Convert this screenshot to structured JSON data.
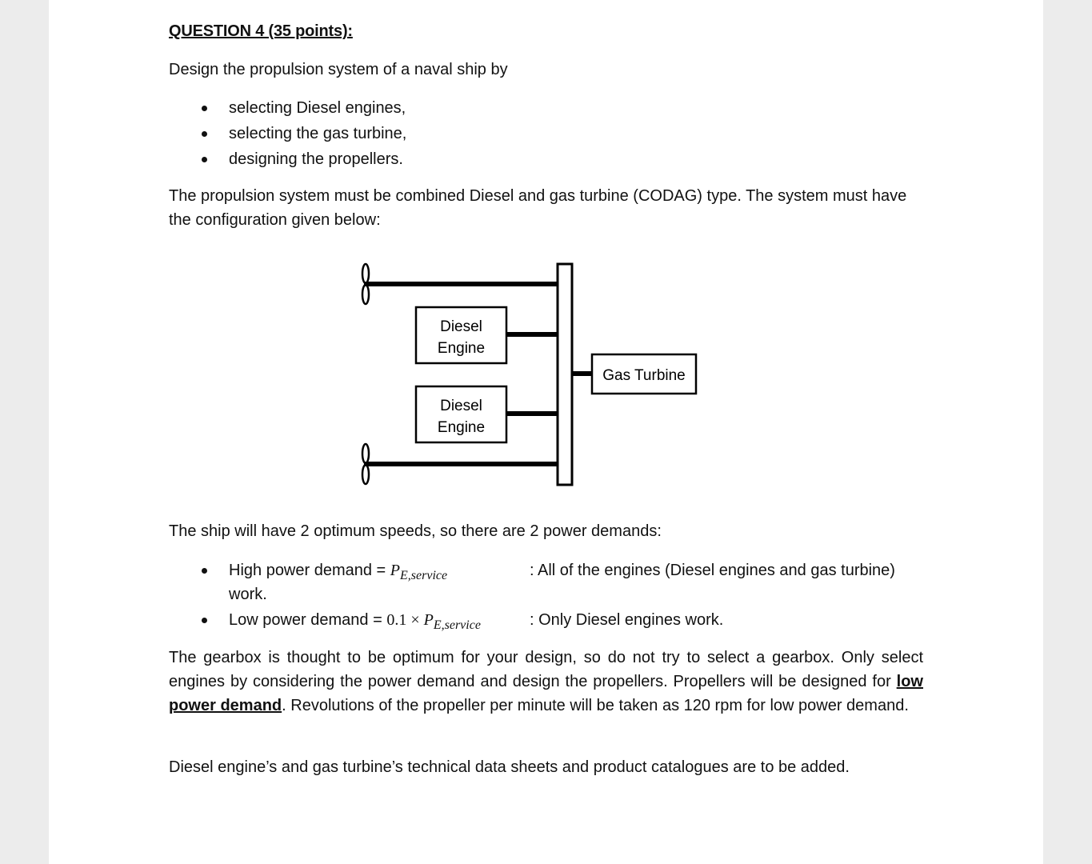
{
  "heading": "QUESTION 4 (35 points):",
  "intro": "Design the propulsion system of a naval ship by",
  "tasks": [
    "selecting Diesel engines,",
    "selecting the gas turbine,",
    "designing the propellers."
  ],
  "config_paragraph": "The propulsion system must be combined Diesel and gas turbine (CODAG) type. The system must have the configuration given below:",
  "diagram": {
    "diesel_engine_1": [
      "Diesel",
      "Engine"
    ],
    "diesel_engine_2": [
      "Diesel",
      "Engine"
    ],
    "gas_turbine": "Gas Turbine"
  },
  "speeds_paragraph": "The ship will have 2 optimum speeds, so there are 2 power demands:",
  "demands": {
    "high": {
      "label": "High power demand = ",
      "symbol": "P",
      "subscript": "E,service",
      "description": ": All of the engines (Diesel engines and gas turbine)",
      "continuation": "work."
    },
    "low": {
      "label": "Low power demand = ",
      "factor": "0.1 × ",
      "symbol": "P",
      "subscript": "E,service",
      "description": ": Only Diesel engines work."
    }
  },
  "gearbox_paragraph": {
    "part1": "The gearbox is thought to be optimum for your design, so do not try to select a gearbox. Only select engines by considering the power demand and design the propellers. Propellers will be designed for ",
    "emphasis": "low power demand",
    "part2": ". Revolutions of the propeller per minute will be taken as 120 rpm for low power demand."
  },
  "closing": "Diesel engine’s and gas turbine’s technical data sheets and product catalogues are to be added."
}
